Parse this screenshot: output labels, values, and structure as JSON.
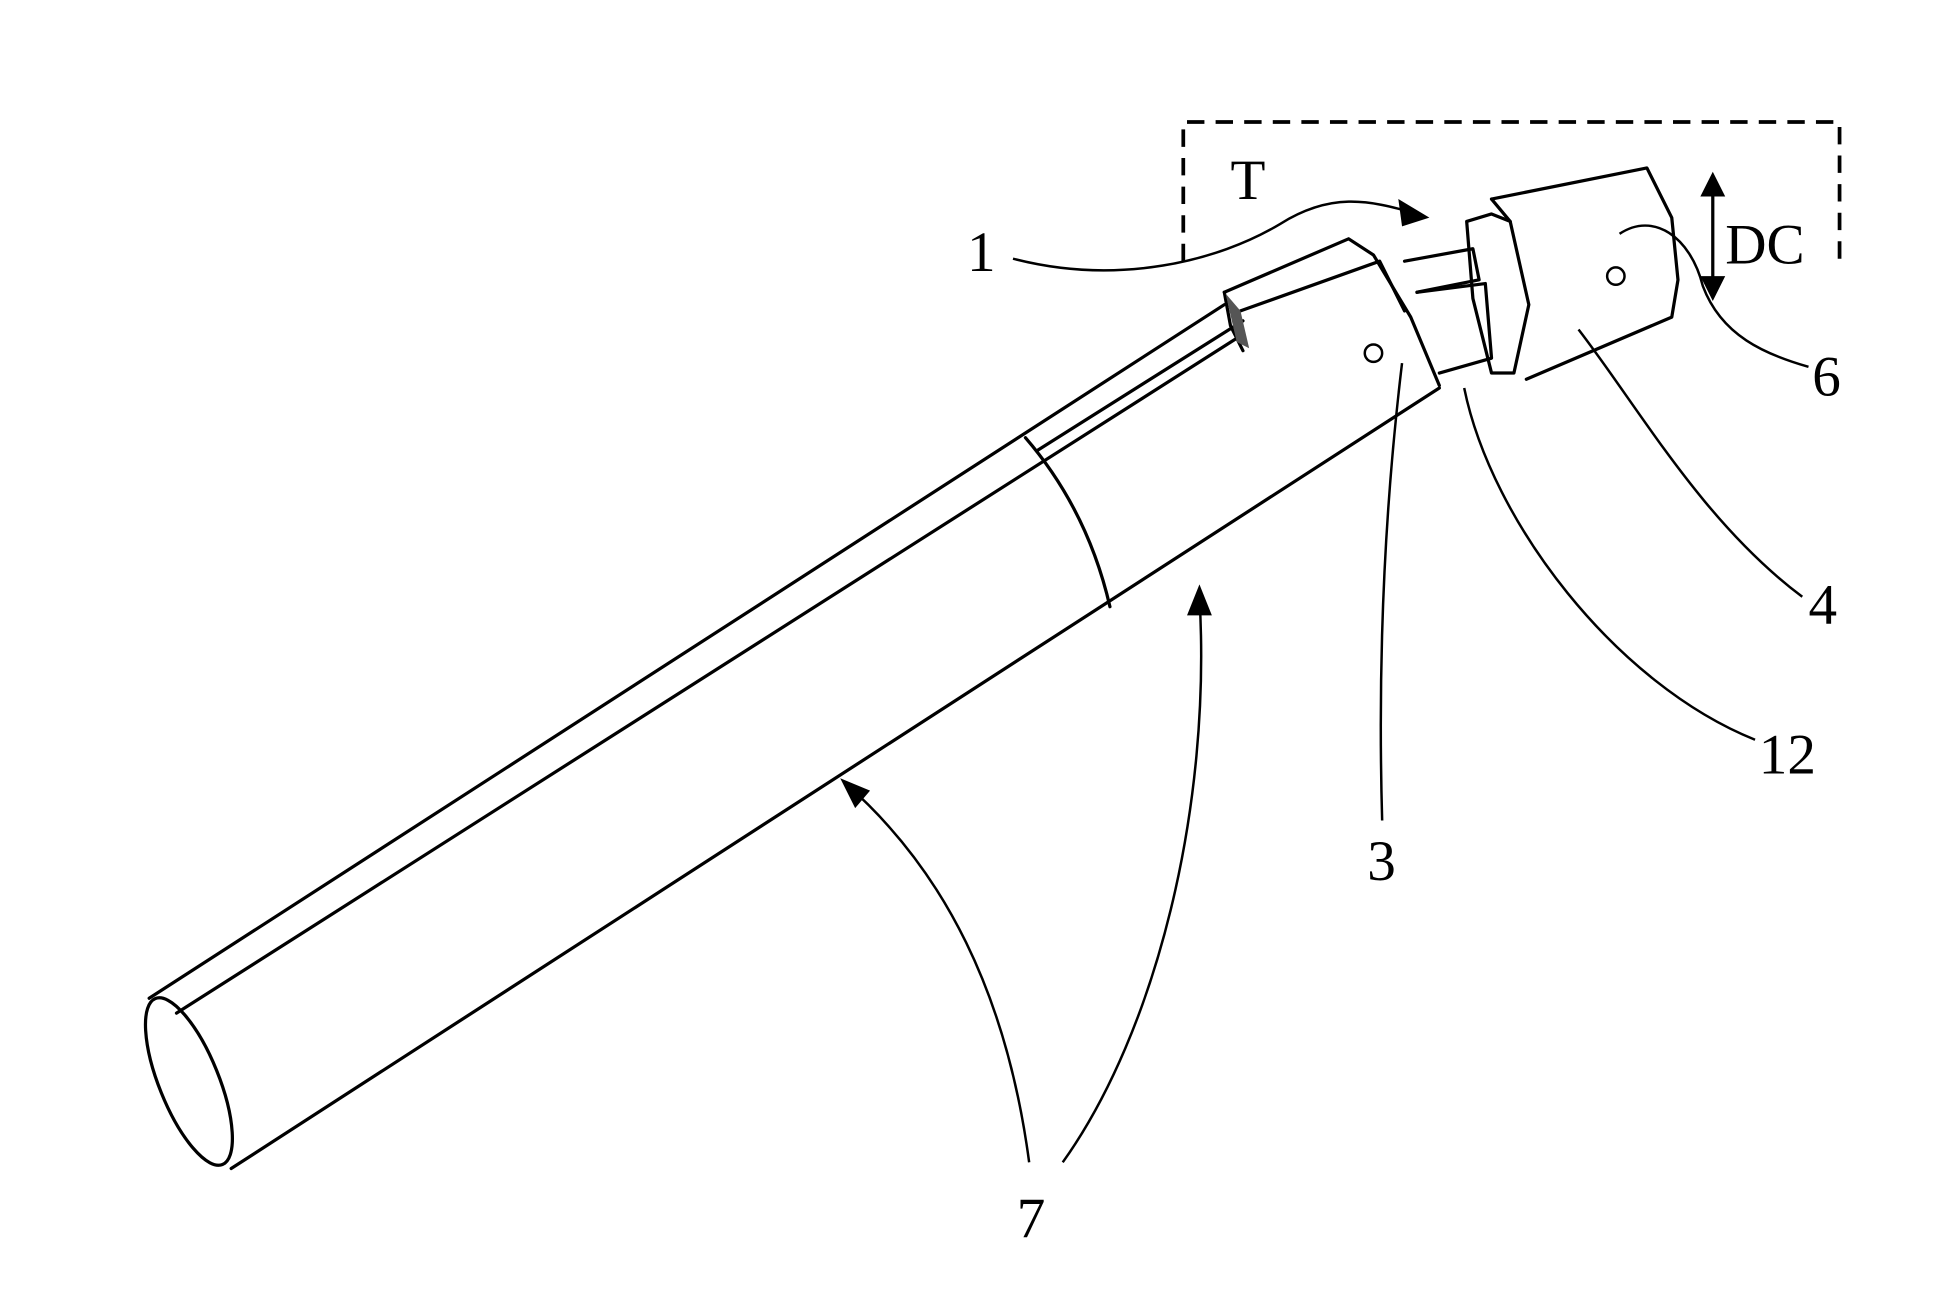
{
  "figure": {
    "labels": {
      "tool_region": "T",
      "cutting_part": "1",
      "diameter": "DC",
      "axis_point_head": "6",
      "cutting_head": "4",
      "interface": "12",
      "axis_point_body": "3",
      "shank": "7"
    }
  }
}
